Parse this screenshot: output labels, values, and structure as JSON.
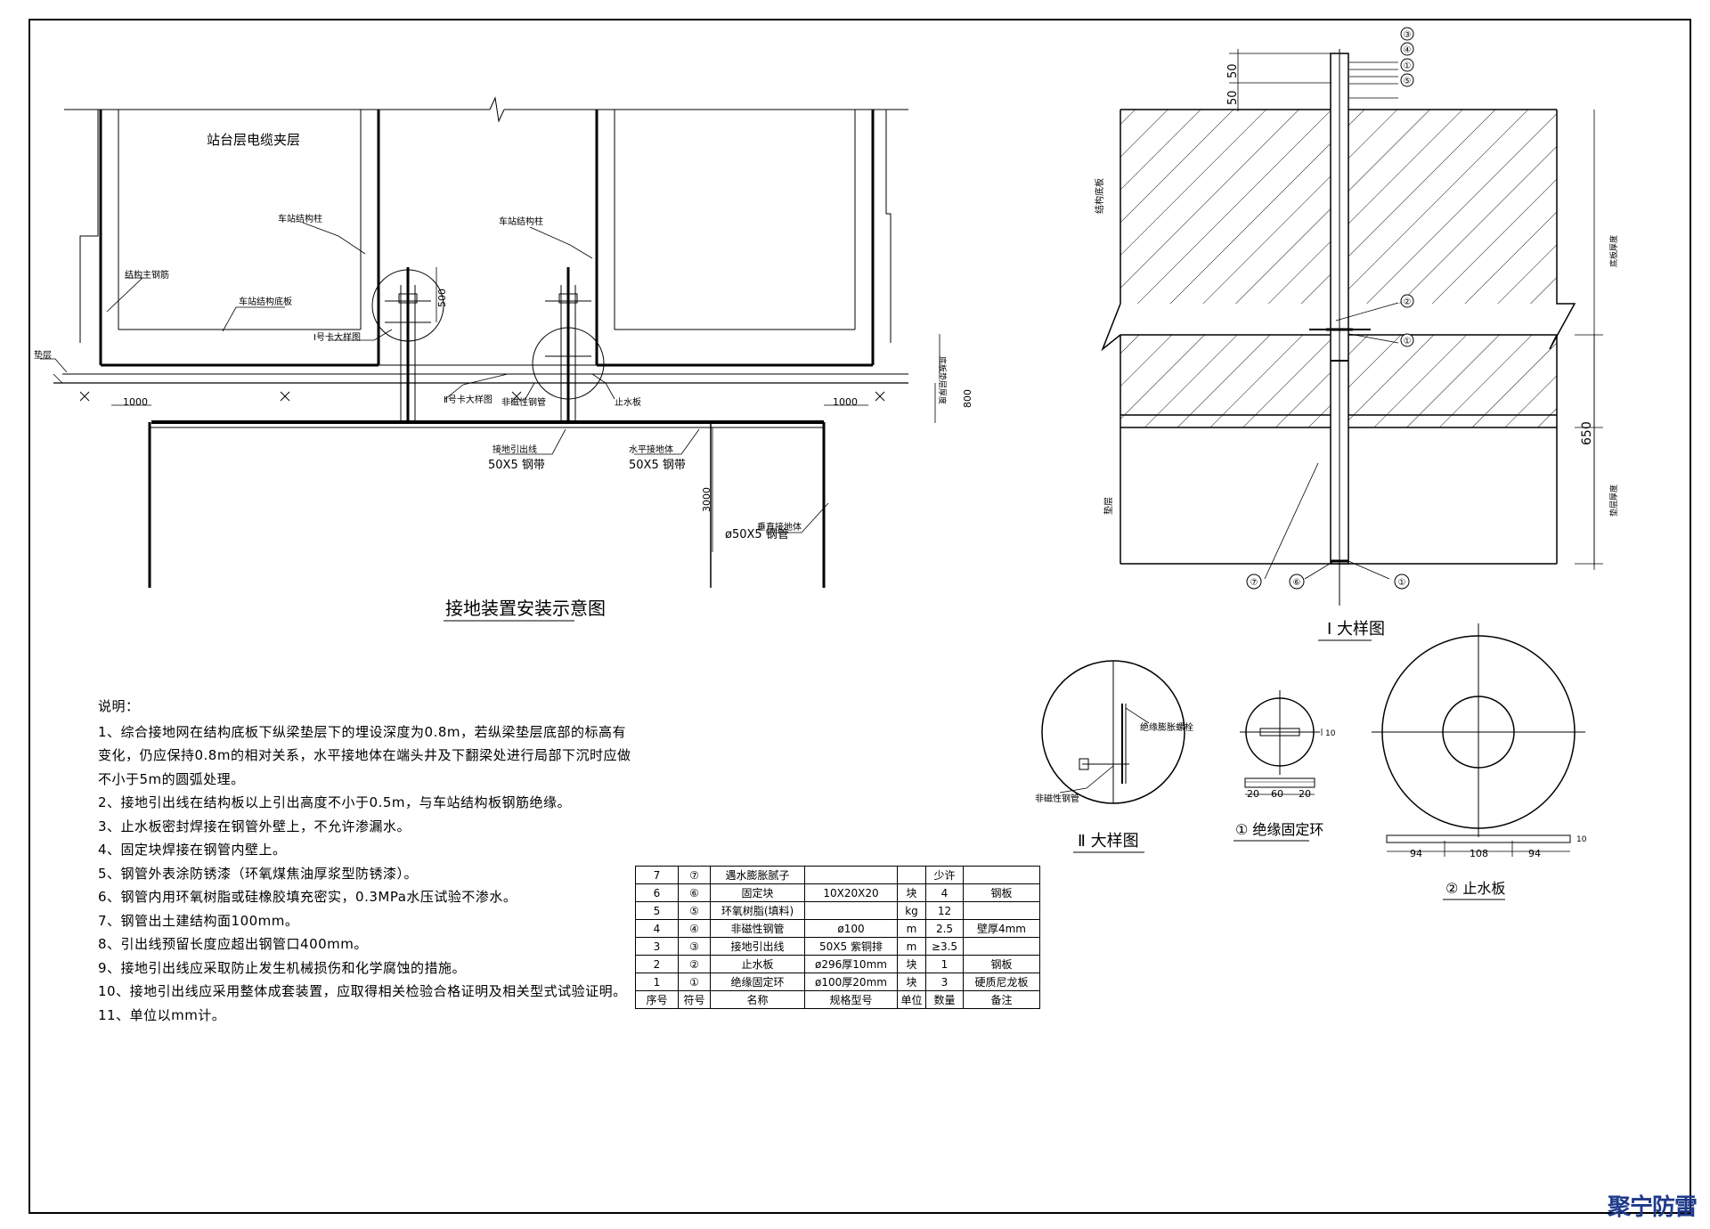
{
  "main_diagram": {
    "title": "接地装置安装示意图",
    "labels": {
      "cable_layer": "站台层电缆夹层",
      "station_column_left": "车站结构柱",
      "station_column_right": "车站结构柱",
      "main_rebar": "结构主钢筋",
      "base_slab": "车站结构底板",
      "detail_i": "Ⅰ号卡大样图",
      "detail_ii": "Ⅱ号卡大样图",
      "sealed_pipe": "非磁性钢管",
      "waterstop": "止水板",
      "lead_wire": "接地引出线",
      "lead_wire_spec": "50X5 钢带",
      "horizontal": "水平接地体",
      "horizontal_spec": "50X5 钢带",
      "vertical": "垂直接地体",
      "vertical_spec": "ø50X5 钢管",
      "cushion": "垫层",
      "cushion_thick": "底板垫层厚度"
    },
    "dims": {
      "d500": "500",
      "d1000a": "1000",
      "d1000b": "1000",
      "d800": "800",
      "d3000": "3000"
    }
  },
  "detail_i": {
    "title": "Ⅰ 大样图",
    "dims": {
      "d50a": "50",
      "d50b": "50",
      "d650": "650"
    },
    "labels": {
      "slab": "结构底板",
      "cushion": "垫层",
      "slab_thick": "底板厚度",
      "cushion_thick": "垫层厚度"
    },
    "callouts": [
      "③",
      "④",
      "①",
      "⑤",
      "②",
      "①",
      "⑦",
      "⑥",
      "①"
    ]
  },
  "detail_ii": {
    "title": "Ⅱ 大样图",
    "bolt": "绝缘膨胀螺栓",
    "pipe": "非磁性钢管"
  },
  "ring": {
    "title": "① 绝缘固定环",
    "dims": [
      "20",
      "60",
      "20"
    ],
    "side": "10"
  },
  "waterstop": {
    "title": "② 止水板",
    "dims": [
      "94",
      "108",
      "94"
    ],
    "side": "10"
  },
  "notes": {
    "title": "说明：",
    "lines": [
      "1、综合接地网在结构底板下纵梁垫层下的埋设深度为0.8m，若纵梁垫层底部的标高有",
      "变化，仍应保持0.8m的相对关系，水平接地体在端头井及下翻梁处进行局部下沉时应做",
      "不小于5m的圆弧处理。",
      "2、接地引出线在结构板以上引出高度不小于0.5m，与车站结构板钢筋绝缘。",
      "3、止水板密封焊接在钢管外壁上，不允许渗漏水。",
      "4、固定块焊接在钢管内壁上。",
      "5、钢管外表涂防锈漆（环氧煤焦油厚浆型防锈漆）。",
      "6、钢管内用环氧树脂或硅橡胶填充密实，0.3MPa水压试验不渗水。",
      "7、钢管出土建结构面100mm。",
      "8、引出线预留长度应超出钢管口400mm。",
      "9、接地引出线应采取防止发生机械损伤和化学腐蚀的措施。",
      "10、接地引出线应采用整体成套装置，应取得相关检验合格证明及相关型式试验证明。",
      "11、单位以mm计。"
    ]
  },
  "bom": {
    "header": [
      "序号",
      "符号",
      "名称",
      "规格型号",
      "单位",
      "数量",
      "备注"
    ],
    "rows": [
      [
        "7",
        "⑦",
        "遇水膨胀腻子",
        "",
        "",
        "少许",
        ""
      ],
      [
        "6",
        "⑥",
        "固定块",
        "10X20X20",
        "块",
        "4",
        "钢板"
      ],
      [
        "5",
        "⑤",
        "环氧树脂(填料)",
        "",
        "kg",
        "12",
        ""
      ],
      [
        "4",
        "④",
        "非磁性钢管",
        "ø100",
        "m",
        "2.5",
        "壁厚4mm"
      ],
      [
        "3",
        "③",
        "接地引出线",
        "50X5 紫铜排",
        "m",
        "≥3.5",
        ""
      ],
      [
        "2",
        "②",
        "止水板",
        "ø296厚10mm",
        "块",
        "1",
        "钢板"
      ],
      [
        "1",
        "①",
        "绝缘固定环",
        "ø100厚20mm",
        "块",
        "3",
        "硬质尼龙板"
      ]
    ]
  },
  "logo": "聚宁防雷"
}
